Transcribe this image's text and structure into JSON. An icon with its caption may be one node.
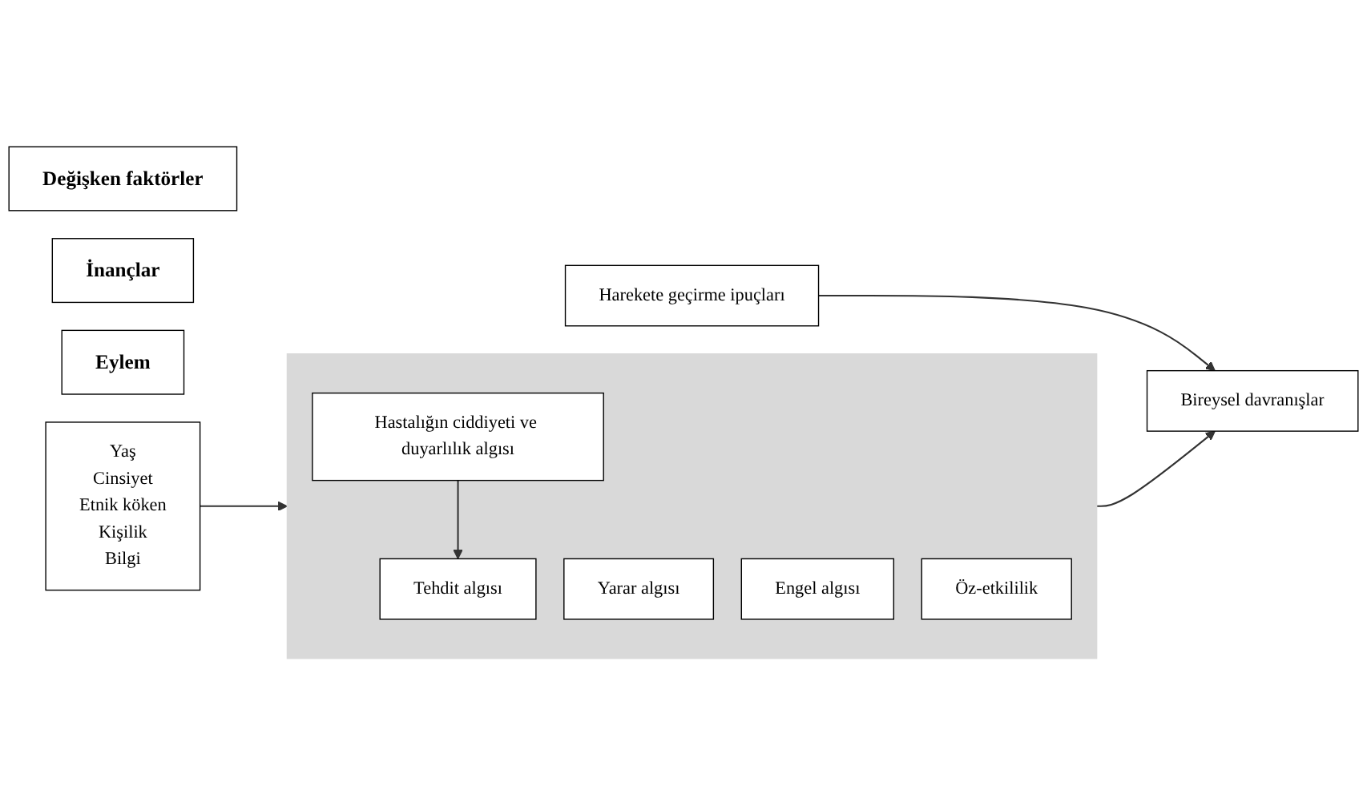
{
  "diagram": {
    "nodes": [
      {
        "text": [
          "Değişken faktörler"
        ]
      },
      {
        "text": [
          "İnançlar"
        ]
      },
      {
        "text": [
          "Eylem"
        ]
      },
      {
        "text": [
          "Yaş",
          "Cinsiyet",
          "Etnik köken",
          "Kişilik",
          "Bilgi"
        ]
      },
      {
        "text": [],
        "shape": "box"
      },
      {
        "text": [
          "Hastalığın ciddiyeti ve duyarlılık algısı"
        ],
        "in": 4
      },
      {
        "text": [
          "Tehdit algısı"
        ],
        "in": 4
      },
      {
        "text": [
          "Yarar algısı"
        ],
        "in": 4
      },
      {
        "text": [
          "Engel algısı"
        ],
        "in": 4
      },
      {
        "text": [
          "Öz-etkililik"
        ],
        "in": 4
      },
      {
        "text": [
          "Bireysel davranışlar"
        ]
      },
      {
        "text": [
          "Harekete geçirme ipuçları"
        ]
      }
    ],
    "edges": [
      {
        "from": 3,
        "to": 4,
        "arrow": "to"
      },
      {
        "from": 5,
        "to": 6,
        "arrow": "to"
      },
      {
        "from": 4,
        "to": 10,
        "arrow": "to"
      },
      {
        "from": 11,
        "to": 10,
        "arrow": "to"
      }
    ]
  }
}
